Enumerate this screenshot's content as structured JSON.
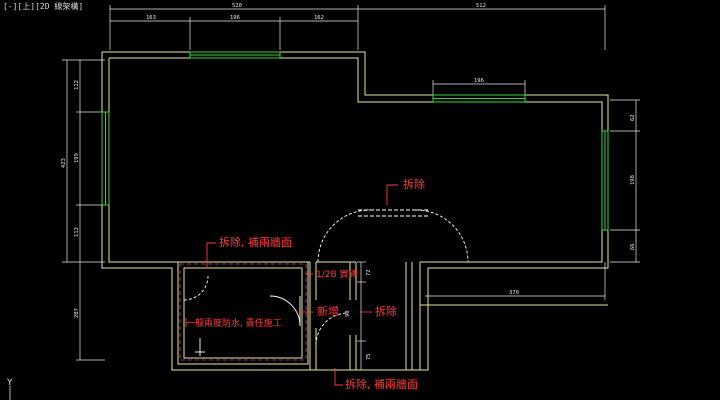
{
  "viewport": {
    "label": "[-][上][2D 線架構]"
  },
  "dimensions": {
    "top_total_left": "520",
    "top_total_right": "512",
    "top_seg_1": "163",
    "top_seg_2": "196",
    "top_seg_3": "162",
    "window_right": "196",
    "left_total": "423",
    "left_seg_1": "112",
    "left_seg_2": "199",
    "left_seg_3": "112",
    "left_lower": "207",
    "right_seg_1": "62",
    "right_seg_2": "198",
    "right_seg_3": "66",
    "bath_right_1": "72",
    "bath_right_2": "90",
    "bath_right_3": "75",
    "bottom_right": "370"
  },
  "annotations": {
    "demolish_top": "拆除",
    "demolish_fill_top": "拆除, 補兩牆面",
    "half_b_brick": "1/2B 實磚",
    "new_wall": "新增",
    "demolish_right": "拆除",
    "waterproof": "一般兩度防水, 責任施工",
    "demolish_fill_bottom": "拆除, 補兩牆面"
  },
  "ucs": {
    "y_label": "Y"
  },
  "colors": {
    "wall": "#e6e69a",
    "window": "#3cd23c",
    "dimension": "#e8e8e8",
    "annotation": "#ff3a3a",
    "door": "#ffffff",
    "hidden_line": "#c03ca8"
  }
}
